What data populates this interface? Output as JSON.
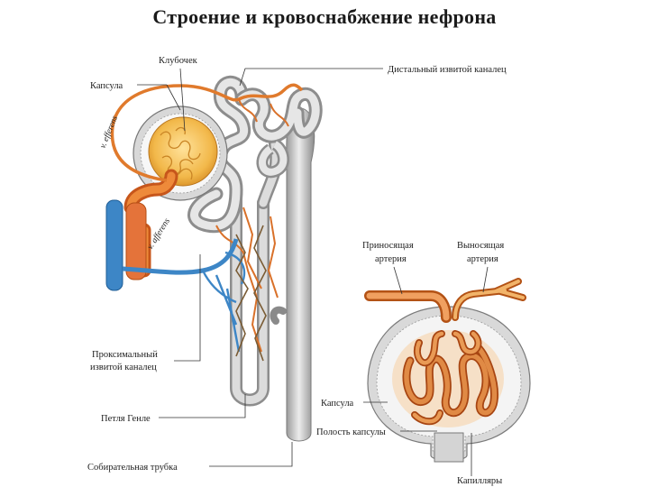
{
  "title": "Строение и кровоснабжение нефрона",
  "labels": {
    "glomerulus": "Клубочек",
    "capsule_left": "Капсула",
    "distal_tubule": "Дистальный извитой каналец",
    "v_efferens": "v. efferens",
    "v_afferens": "v. afferens",
    "proximal_line1": "Проксимальный",
    "proximal_line2": "извитой каналец",
    "loop_henle": "Петля Генле",
    "collecting_duct": "Собирательная трубка",
    "afferent_line1": "Приносящая",
    "afferent_line2": "артерия",
    "efferent_line1": "Выносящая",
    "efferent_line2": "артерия",
    "capsule_right": "Капсула",
    "capsule_cavity": "Полость капсулы",
    "capillaries": "Капилляры"
  },
  "colors": {
    "tubule": "#c9c9c9",
    "tubule_outline": "#7a7a7a",
    "artery": "#e07a2c",
    "vein": "#3d86c6",
    "glomerulus": "#f0b545",
    "capillary_net": "#8a6a3a"
  }
}
